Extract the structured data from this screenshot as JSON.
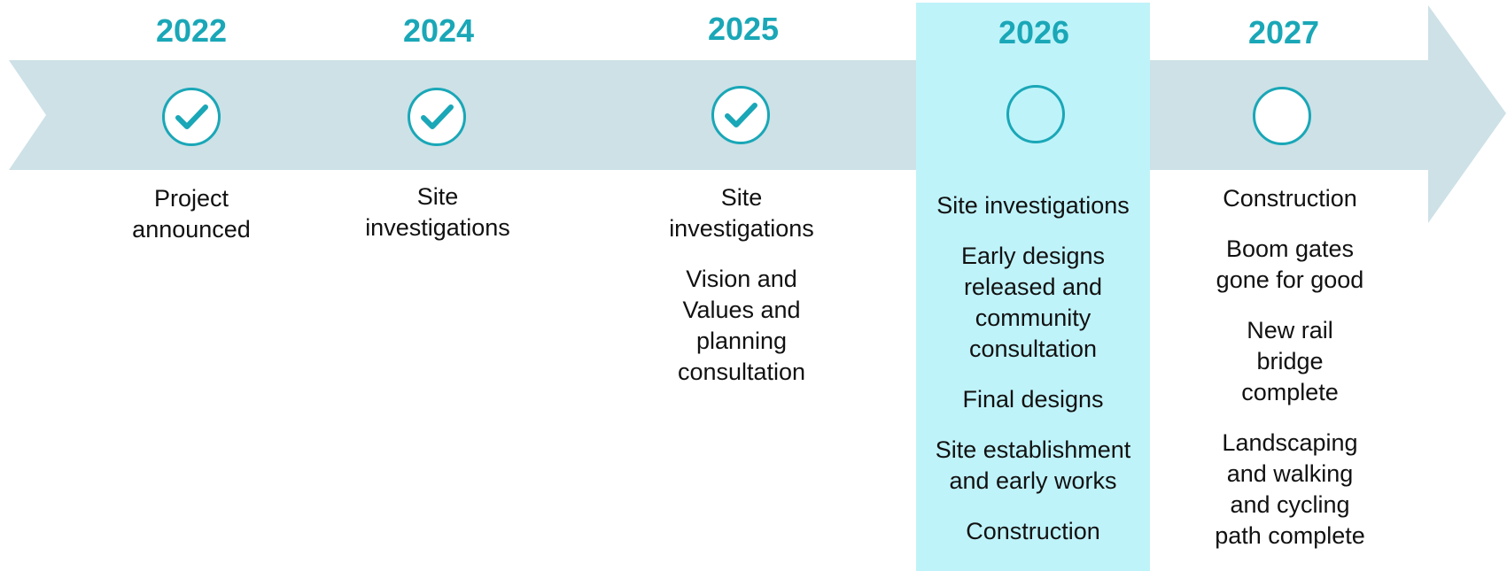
{
  "colors": {
    "arrow": "#cde1e7",
    "accent": "#1aa7b7",
    "highlight": "#bff3fa",
    "text": "#111111"
  },
  "timeline": [
    {
      "year": "2022",
      "status": "complete",
      "icon": "checkmark-icon",
      "items": [
        "Project announced"
      ]
    },
    {
      "year": "2024",
      "status": "complete",
      "icon": "checkmark-icon",
      "items": [
        "Site investigations"
      ]
    },
    {
      "year": "2025",
      "status": "complete",
      "icon": "checkmark-icon",
      "items": [
        "Site investigations",
        "Vision and Values and planning consultation"
      ]
    },
    {
      "year": "2026",
      "status": "current",
      "icon": "empty-circle-icon",
      "items": [
        "Site investigations",
        "Early designs released and community consultation",
        "Final designs",
        "Site establishment and early works",
        "Construction"
      ]
    },
    {
      "year": "2027",
      "status": "upcoming",
      "icon": "empty-circle-icon",
      "items": [
        "Construction",
        "Boom gates gone for good",
        "New rail bridge complete",
        "Landscaping and walking and cycling path complete"
      ]
    }
  ]
}
